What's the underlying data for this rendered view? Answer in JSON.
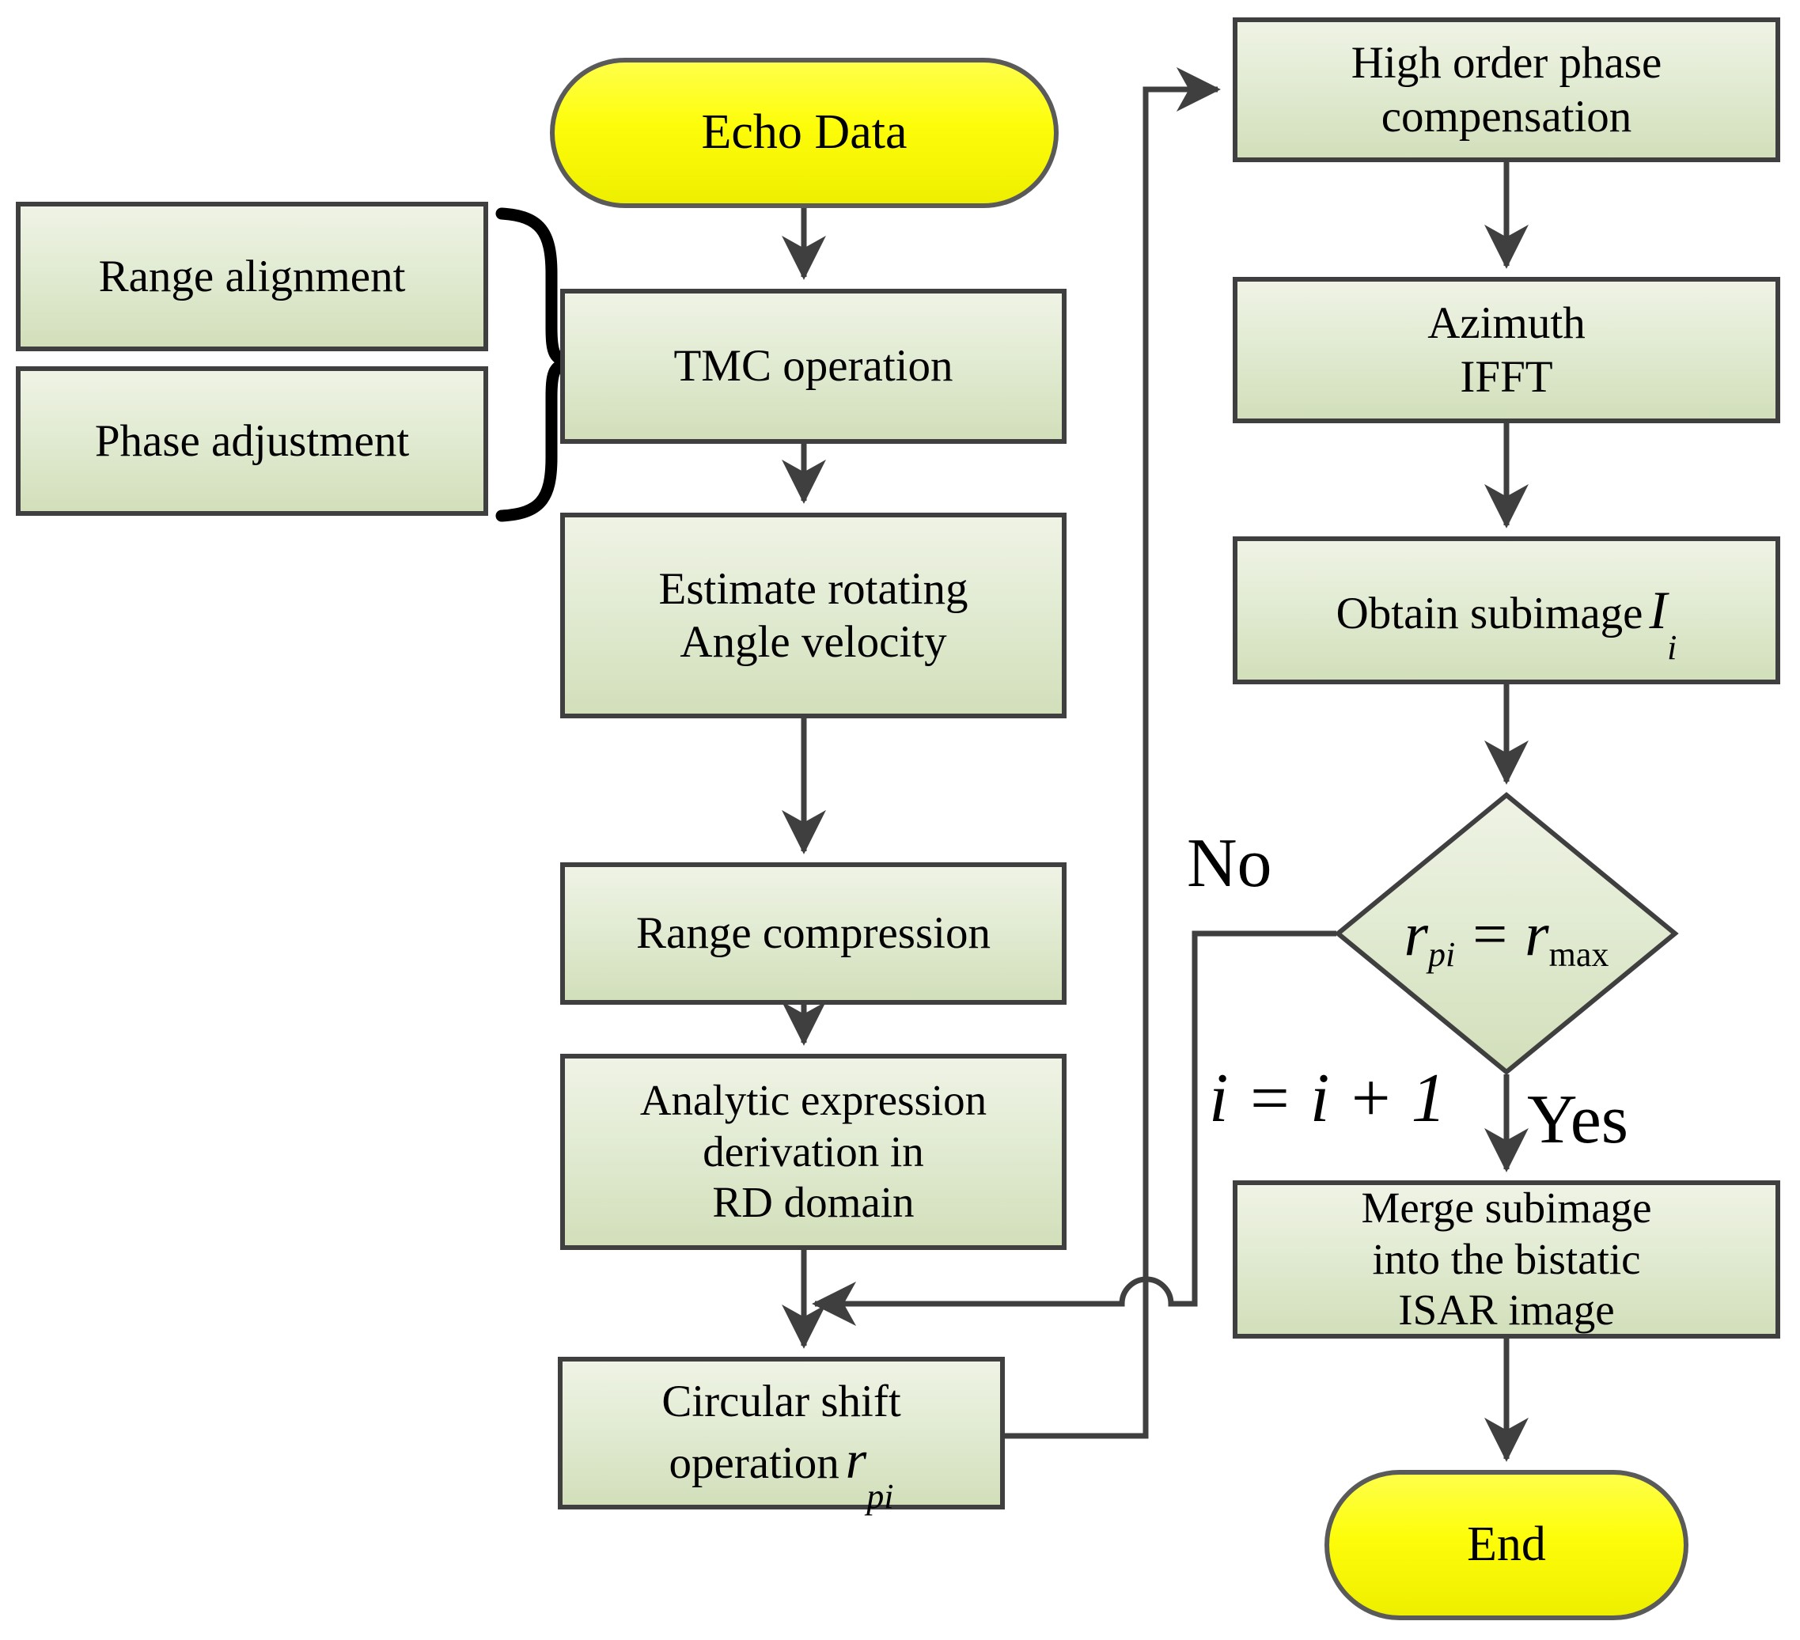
{
  "figure": {
    "type": "flowchart",
    "background": "#ffffff"
  },
  "colors": {
    "process_fill_top": "#eff3e5",
    "process_fill_bottom": "#d2dfba",
    "process_border": "#3f3f3f",
    "terminal_fill_top": "#ffff4a",
    "terminal_fill_bottom": "#eeee00",
    "terminal_border": "#5a5a5a",
    "connector": "#3f3f3f",
    "brace": "#000000",
    "text": "#000000"
  },
  "nodes": {
    "echo_data": {
      "label": "Echo Data"
    },
    "range_alignment": {
      "label": "Range alignment"
    },
    "phase_adjustment": {
      "label": "Phase adjustment"
    },
    "tmc_operation": {
      "label": "TMC operation"
    },
    "estimate_rotating": {
      "line1": "Estimate rotating",
      "line2": "Angle velocity"
    },
    "range_compression": {
      "label": "Range compression"
    },
    "analytic_expression": {
      "line1": "Analytic expression",
      "line2": "derivation in",
      "line3": "RD domain"
    },
    "circular_shift": {
      "line1": "Circular shift",
      "line2": "operation",
      "symbol": "r",
      "symbol_sub": "pi"
    },
    "high_order_phase": {
      "line1": "High order phase",
      "line2": "compensation"
    },
    "azimuth_ifft": {
      "line1": "Azimuth",
      "line2": "IFFT"
    },
    "obtain_subimage": {
      "label": "Obtain subimage",
      "symbol": "I",
      "symbol_sub": "i"
    },
    "decision": {
      "lhs": "r",
      "lhs_sub": "pi",
      "operator": "=",
      "rhs": "r",
      "rhs_sub": "max"
    },
    "merge_subimage": {
      "line1": "Merge subimage",
      "line2": "into the bistatic",
      "line3": "ISAR image"
    },
    "end": {
      "label": "End"
    }
  },
  "edge_labels": {
    "no": "No",
    "yes": "Yes",
    "increment": "i = i + 1"
  }
}
